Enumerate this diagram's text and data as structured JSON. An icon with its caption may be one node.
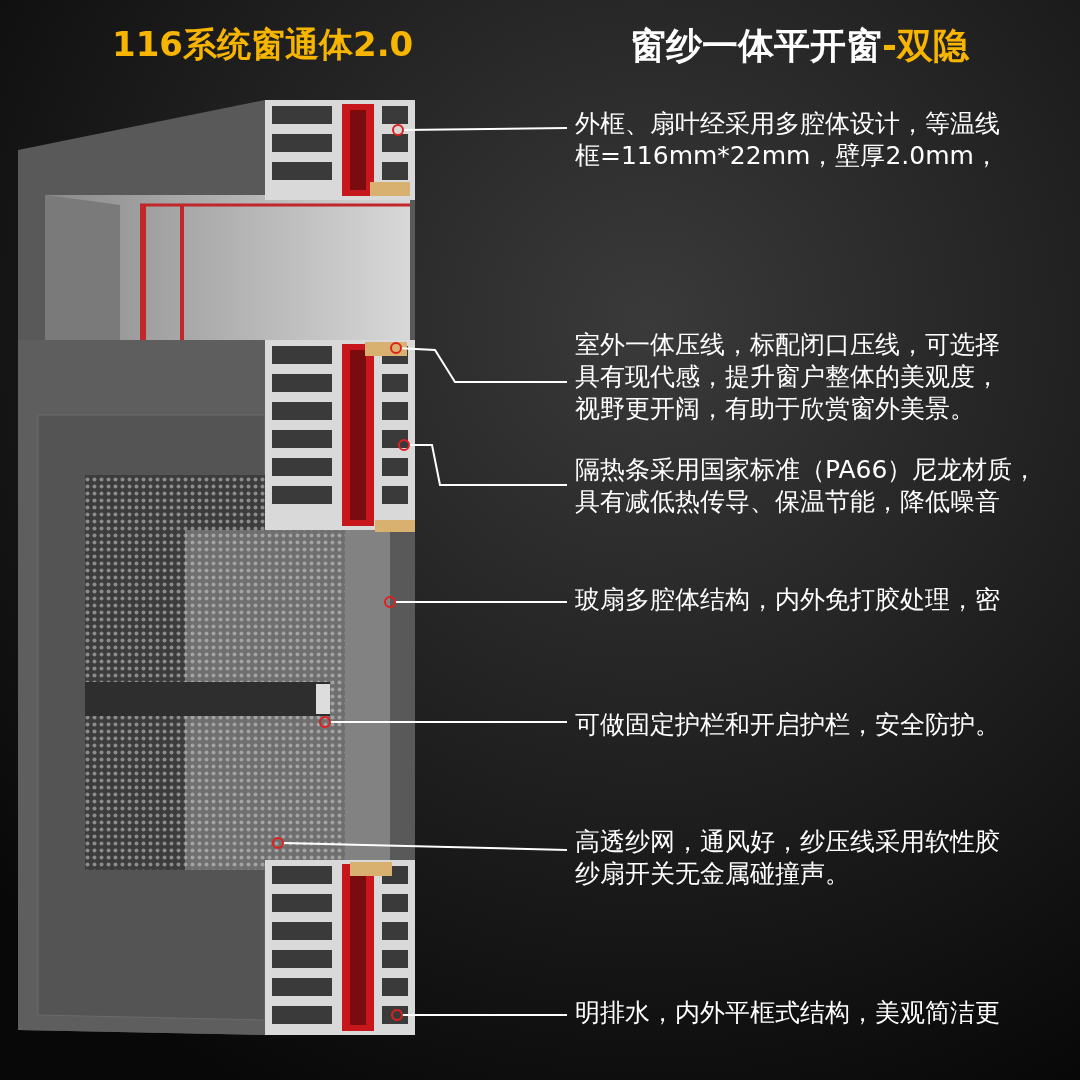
{
  "diagram": {
    "title": "116系统窗通体2.0",
    "nodes": [
      {
        "text": [
          "外框、扇叶经采用多腔体设计，等温线框=116mm*22mm，壁厚2.0mm，"
        ]
      },
      {
        "text": [
          "室外一体压线，标配闭口压线，可选择具有现代感，提升窗户整体的美观度，视野更开阔，有助于欣赏窗外美景。"
        ]
      },
      {
        "text": [
          "隔热条采用国家标准（PA66）尼龙材质，具有减低热传导、保温节能，降低噪音"
        ]
      },
      {
        "text": [
          "玻扇多腔体结构，内外免打胶处理，密"
        ]
      },
      {
        "text": [
          "可做固定护栏和开启护栏，安全防护。"
        ]
      },
      {
        "text": [
          "高透纱网，通风好，纱压线采用软性胶纱扇开关无金属碰撞声。"
        ]
      },
      {
        "text": [
          "明排水，内外平框式结构，美观简洁更"
        ]
      },
      {
        "text": [],
        "shape": "circle"
      },
      {
        "text": [],
        "shape": "circle"
      },
      {
        "text": [],
        "shape": "circle"
      },
      {
        "text": [],
        "shape": "circle"
      },
      {
        "text": [],
        "shape": "circle"
      },
      {
        "text": [],
        "shape": "circle"
      },
      {
        "text": [],
        "shape": "circle"
      }
    ],
    "edges": [
      {
        "from": 0,
        "to": 7,
        "arrow": "none"
      },
      {
        "from": 1,
        "to": 8,
        "arrow": "none"
      },
      {
        "from": 2,
        "to": 9,
        "arrow": "none"
      },
      {
        "from": 3,
        "to": 10,
        "arrow": "none"
      },
      {
        "from": 4,
        "to": 11,
        "arrow": "none"
      },
      {
        "from": 5,
        "to": 12,
        "arrow": "none"
      },
      {
        "from": 6,
        "to": 13,
        "arrow": "none"
      }
    ],
    "labels": [
      "窗纱一体平开窗",
      "-双隐"
    ]
  }
}
